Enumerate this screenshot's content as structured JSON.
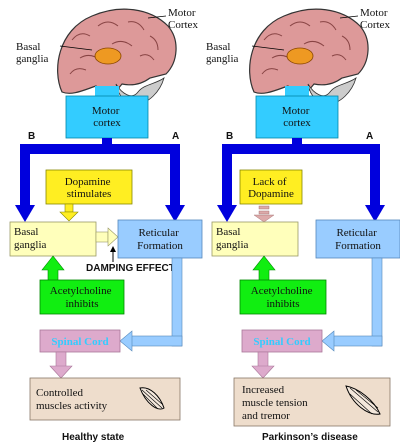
{
  "brain": {
    "motor_cortex": [
      "Motor",
      "Cortex"
    ],
    "basal_ganglia": [
      "Basal",
      "ganglia"
    ]
  },
  "healthy": {
    "motor_cortex": [
      "Motor",
      "cortex"
    ],
    "label_b": "B",
    "label_a": "A",
    "dopamine": [
      "Dopamine",
      "stimulates"
    ],
    "basal_ganglia": [
      "Basal",
      "ganglia"
    ],
    "reticular": [
      "Reticular",
      "Formation"
    ],
    "damping": "DAMPING EFFECT",
    "acetylcholine": [
      "Acetylcholine",
      "inhibits"
    ],
    "spinal_cord": "Spinal Cord",
    "outcome": [
      "Controlled",
      "muscles activity"
    ],
    "caption": "Healthy state"
  },
  "parkinsons": {
    "motor_cortex": [
      "Motor",
      "cortex"
    ],
    "label_b": "B",
    "label_a": "A",
    "dopamine": [
      "Lack of",
      "Dopamine"
    ],
    "basal_ganglia": [
      "Basal",
      "ganglia"
    ],
    "reticular": [
      "Reticular",
      "Formation"
    ],
    "acetylcholine": [
      "Acetylcholine",
      "inhibits"
    ],
    "spinal_cord": "Spinal Cord",
    "outcome": [
      "Increased",
      "muscle tension",
      "and tremor"
    ],
    "caption": "Parkinson’s disease"
  },
  "colors": {
    "cyan": "#33ccff",
    "blue_pathway": "#0000dd",
    "yellow": "#ffee22",
    "pale_yellow": "#ffffbb",
    "light_blue": "#99ccff",
    "green": "#11ee11",
    "pink": "#ddaacc",
    "beige": "#eeddcc",
    "brain_pink": "#dd9999",
    "ganglia_orange": "#ee9922"
  }
}
